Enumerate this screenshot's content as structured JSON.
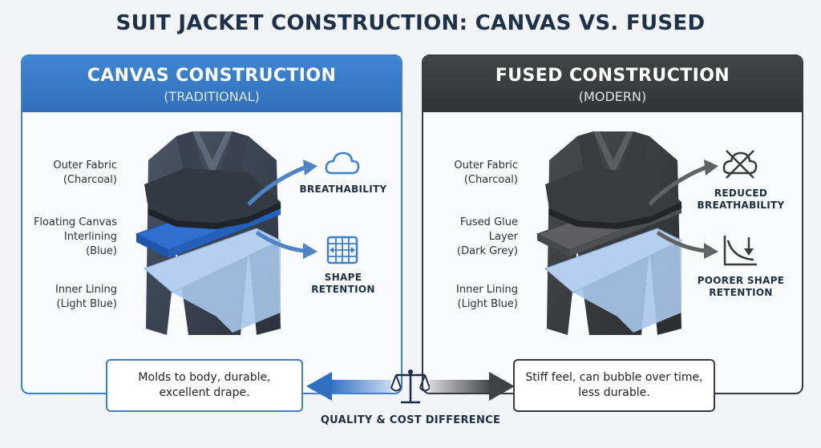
{
  "title": "SUIT JACKET CONSTRUCTION: CANVAS VS. FUSED",
  "canvas": {
    "heading": "CANVAS CONSTRUCTION",
    "subheading": "(TRADITIONAL)",
    "labels": [
      {
        "line1": "Outer Fabric",
        "line2": "(Charcoal)"
      },
      {
        "line1": "Floating Canvas",
        "line2": "Interlining",
        "line3": "(Blue)"
      },
      {
        "line1": "Inner Lining",
        "line2": "(Light Blue)"
      }
    ],
    "features": [
      {
        "icon": "cloud-icon",
        "line1": "BREATHABILITY"
      },
      {
        "icon": "grid-shape-icon",
        "line1": "SHAPE",
        "line2": "RETENTION"
      }
    ],
    "summary": {
      "line1": "Molds to body, durable,",
      "line2": "excellent drape."
    },
    "colors": {
      "accent": "#3d80cb",
      "outer": "#3a3f47",
      "canvas": "#2f6fcf",
      "lining": "#b6cfee"
    }
  },
  "fused": {
    "heading": "FUSED CONSTRUCTION",
    "subheading": "(MODERN)",
    "labels": [
      {
        "line1": "Outer Fabric",
        "line2": "(Charcoal)"
      },
      {
        "line1": "Fused Glue",
        "line2": "Layer",
        "line3": "(Dark Grey)"
      },
      {
        "line1": "Inner Lining",
        "line2": "(Light Blue)"
      }
    ],
    "features": [
      {
        "icon": "crossed-cloud-icon",
        "line1": "REDUCED",
        "line2": "BREATHABILITY"
      },
      {
        "icon": "declining-chart-icon",
        "line1": "POORER SHAPE",
        "line2": "RETENTION"
      }
    ],
    "summary": {
      "line1": "Stiff feel, can bubble over time,",
      "line2": "less durable."
    },
    "colors": {
      "accent": "#38393b",
      "outer": "#3b3b3d",
      "glue": "#5e5e60",
      "lining": "#b6cfee"
    }
  },
  "comparison": {
    "icon": "balance-scale-icon",
    "caption": "QUALITY & COST DIFFERENCE"
  }
}
